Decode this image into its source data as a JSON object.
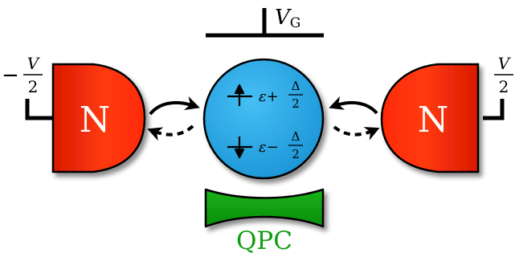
{
  "gate": {
    "symbol": "V",
    "subscript": "G"
  },
  "left_lead": {
    "label": "N",
    "bias_sign": "−",
    "bias_numerator": "V",
    "bias_denominator": "2",
    "color": "#ff2a05"
  },
  "right_lead": {
    "label": "N",
    "bias_numerator": "V",
    "bias_denominator": "2",
    "color": "#ff2a05"
  },
  "dot": {
    "color": "#27a8e6",
    "up_level": {
      "symbol": "ε",
      "sign": "+",
      "numerator": "Δ",
      "denominator": "2"
    },
    "down_level": {
      "symbol": "ε",
      "sign": "−",
      "numerator": "Δ",
      "denominator": "2"
    }
  },
  "qpc": {
    "label": "QPC",
    "color": "#129e12"
  },
  "colors": {
    "ink": "#000000",
    "shadow": "#9a9a9a"
  }
}
